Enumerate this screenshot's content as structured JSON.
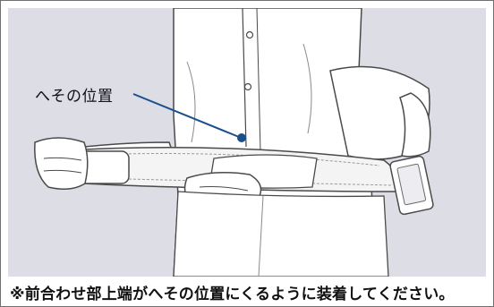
{
  "figure": {
    "callout_label": "へその位置",
    "caption": "※前合わせ部上端がへその位置にくるように装着してください。",
    "colors": {
      "panel_background": "#dcdde5",
      "leader_line": "#1b4f8c",
      "outline": "#4a4a4a",
      "shirt": "#ffffff",
      "belt": "#f4f4f4"
    },
    "icons": [
      "navel-marker",
      "belt-pocket-device"
    ]
  }
}
